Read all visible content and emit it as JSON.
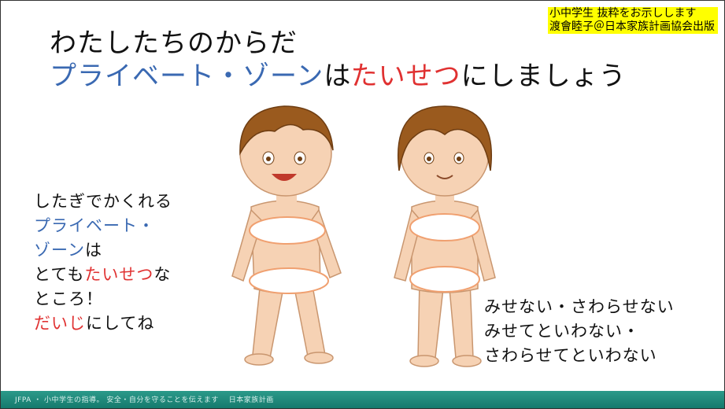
{
  "note": {
    "line1": "小中学生 抜粋をお示しします",
    "line2": "渡會睦子＠日本家族計画協会出版"
  },
  "title": {
    "line1": "わたしたちのからだ",
    "line2_blue": "プライベート・ゾーン",
    "line2_mid": "は",
    "line2_red": "たいせつ",
    "line2_end": "にしましょう"
  },
  "left_text": {
    "l1": "したぎでかくれる",
    "l2_blue": "プライベート・",
    "l3_blue": "ゾーン",
    "l3_end": "は",
    "l4_start": "とても",
    "l4_red": "たいせつ",
    "l4_end": "な",
    "l5": "ところ！",
    "l6_red": "だいじ",
    "l6_end": "にしてね"
  },
  "right_text": {
    "l1": "みせない・さわらせない",
    "l2": "みせてといわない・",
    "l3": "さわらせてといわない"
  },
  "footer": {
    "text": "JFPA ・ 小中学生の指導。 安全・自分を守ることを伝えます　 日本家族計画"
  },
  "colors": {
    "blue": "#3a69b2",
    "red": "#e03131",
    "footer": "#1f8a7b",
    "highlight": "#ffff00"
  }
}
